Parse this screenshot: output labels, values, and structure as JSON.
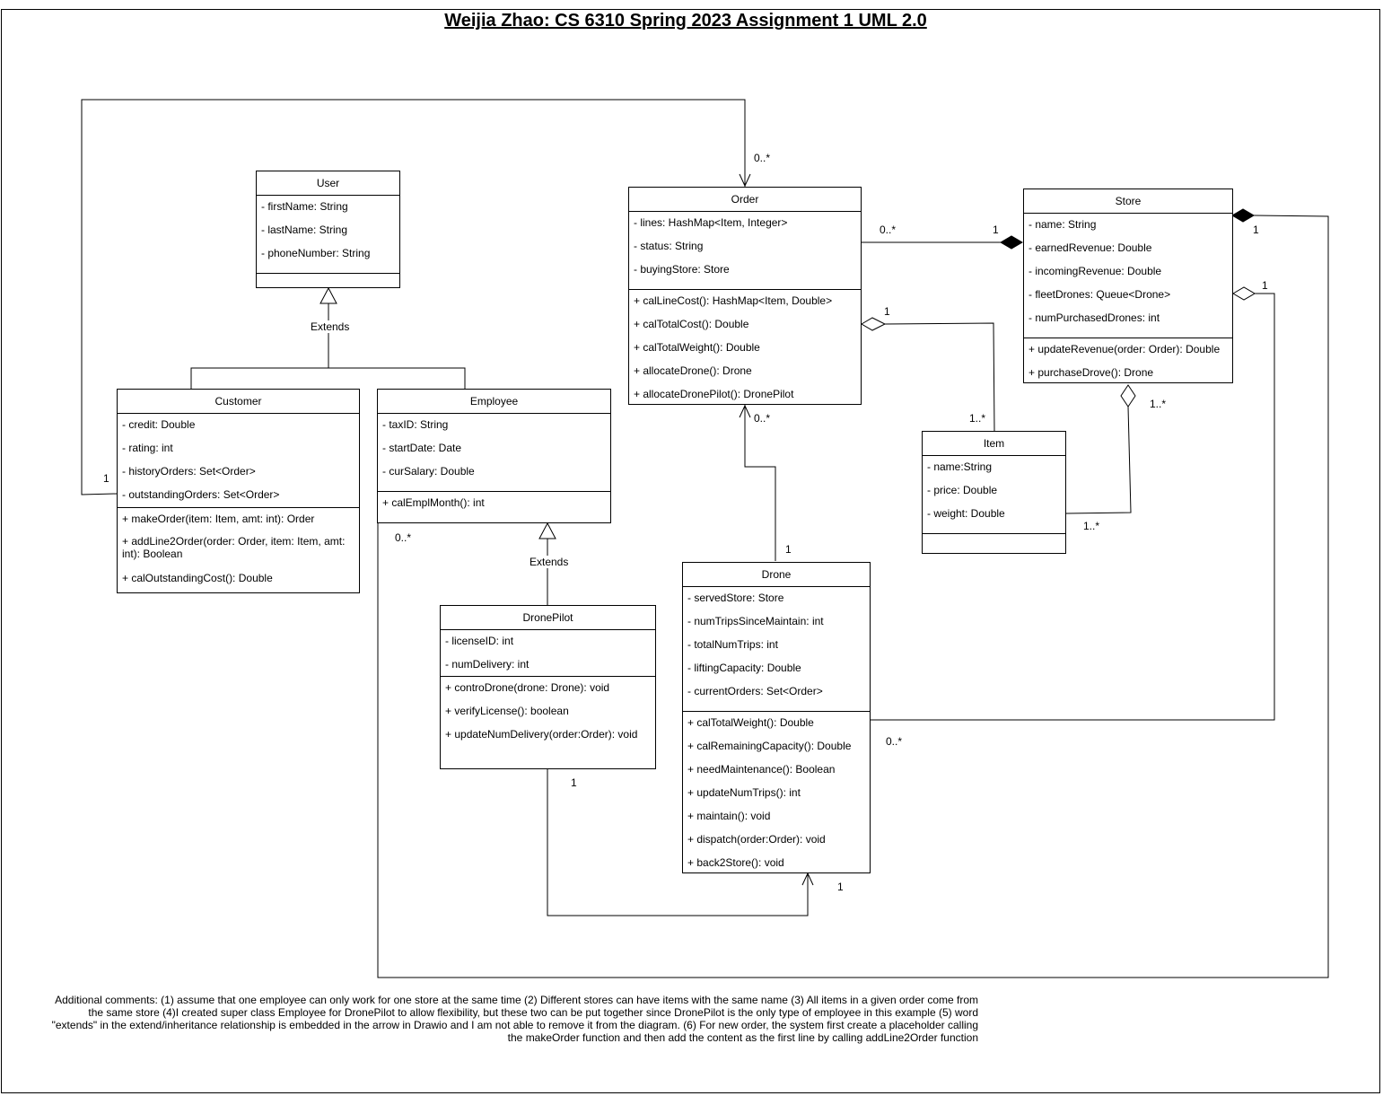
{
  "title": "Weijia Zhao: CS 6310 Spring 2023 Assignment 1 UML 2.0",
  "classes": {
    "user": {
      "name": "User",
      "attributes": [
        "- firstName: String",
        "- lastName: String",
        "- phoneNumber: String"
      ],
      "methods": []
    },
    "customer": {
      "name": "Customer",
      "attributes": [
        "- credit: Double",
        "- rating: int",
        "- historyOrders: Set<Order>",
        "- outstandingOrders: Set<Order>"
      ],
      "methods": [
        "+ makeOrder(item: Item, amt: int): Order",
        "+ addLine2Order(order: Order, item: Item, amt: int): Boolean",
        "+ calOutstandingCost(): Double"
      ]
    },
    "employee": {
      "name": "Employee",
      "attributes": [
        "- taxID: String",
        "- startDate: Date",
        "- curSalary: Double"
      ],
      "methods": [
        "+ calEmplMonth(): int"
      ]
    },
    "dronepilot": {
      "name": "DronePilot",
      "attributes": [
        "- licenseID: int",
        "- numDelivery: int"
      ],
      "methods": [
        "+ controDrone(drone: Drone): void",
        "+ verifyLicense(): boolean",
        "+ updateNumDelivery(order:Order): void"
      ]
    },
    "order": {
      "name": "Order",
      "attributes": [
        "- lines: HashMap<Item, Integer>",
        "- status: String",
        "- buyingStore: Store"
      ],
      "methods": [
        "+ calLineCost(): HashMap<Item, Double>",
        "+ calTotalCost(): Double",
        "+ calTotalWeight(): Double",
        "+ allocateDrone(): Drone",
        "+ allocateDronePilot(): DronePilot"
      ]
    },
    "store": {
      "name": "Store",
      "attributes": [
        "- name: String",
        "- earnedRevenue:  Double",
        "- incomingRevenue:  Double",
        "- fleetDrones:  Queue<Drone>",
        "- numPurchasedDrones: int"
      ],
      "methods": [
        "+ updateRevenue(order: Order): Double",
        "+ purchaseDrove(): Drone"
      ]
    },
    "item": {
      "name": "Item",
      "attributes": [
        "- name:String",
        "- price: Double",
        "- weight: Double"
      ],
      "methods": []
    },
    "drone": {
      "name": "Drone",
      "attributes": [
        "- servedStore: Store",
        "- numTripsSinceMaintain: int",
        "- totalNumTrips: int",
        "- liftingCapacity: Double",
        "- currentOrders: Set<Order>"
      ],
      "methods": [
        "+ calTotalWeight(): Double",
        "+ calRemainingCapacity(): Double",
        "+ needMaintenance(): Boolean",
        "+ updateNumTrips(): int",
        "+ maintain(): void",
        "+ dispatch(order:Order): void",
        "+ back2Store(): void"
      ]
    }
  },
  "relations": {
    "extends_label": "Extends",
    "customer_order": {
      "customer_end": "1",
      "order_end": "0..*"
    },
    "order_store": {
      "order_end": "0..*",
      "store_end": "1"
    },
    "order_item": {
      "order_end": "1",
      "item_end": "1..*"
    },
    "store_item": {
      "store_end": "1..*",
      "item_end": "1..*"
    },
    "drone_order": {
      "order_end": "0..*",
      "drone_end": "1"
    },
    "store_drone": {
      "store_end": "1",
      "drone_end": "0..*"
    },
    "store_employee": {
      "store_end": "1",
      "employee_end": "0..*"
    },
    "pilot_drone": {
      "pilot_end": "1",
      "drone_end": "1"
    }
  },
  "comments": "Additional comments:  (1)   assume that one employee can only work for  one store at the same time (2)   Different stores can have items with the same name  (3) All items  in a given order come from the same store (4)I created super class Employee for DronePilot to allow flexibility, but these two can be put together since DronePilot is the only type of employee in this example (5) word \"extends\" in the extend/inheritance relationship is embedded in the arrow  in Drawio and I am not able to remove it from the diagram. (6) For new order, the system first create a placeholder calling the makeOrder function and then add the content as the first line by calling addLine2Order function"
}
